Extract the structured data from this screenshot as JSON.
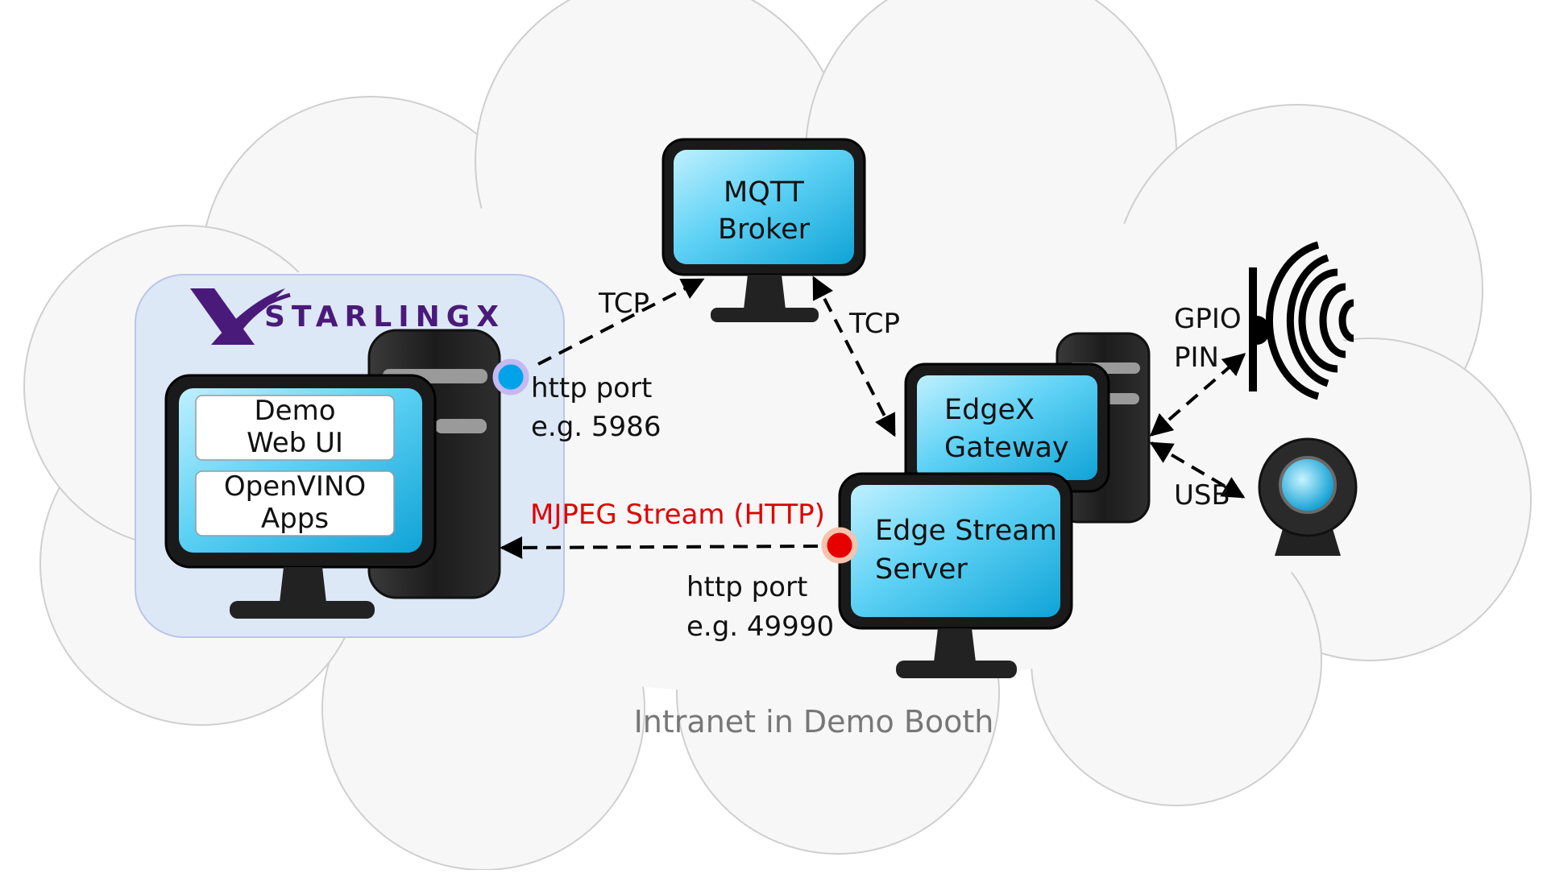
{
  "logo": {
    "wordmark": "STARLINGX"
  },
  "nodes": {
    "starlingx_host": {
      "app1": [
        "Demo",
        "Web UI"
      ],
      "app2": [
        "OpenVINO",
        "Apps"
      ]
    },
    "mqtt_broker": {
      "lines": [
        "MQTT",
        "Broker"
      ]
    },
    "edgex_gateway": {
      "lines": [
        "EdgeX",
        "Gateway"
      ]
    },
    "edge_stream_server": {
      "lines": [
        "Edge Stream",
        "Server"
      ]
    }
  },
  "connections": {
    "tcp_host_broker": "TCP",
    "tcp_broker_edgex": "TCP",
    "mjpeg_stream": "MJPEG Stream (HTTP)",
    "gpio_pin": [
      "GPIO",
      "PIN"
    ],
    "usb": "USB"
  },
  "ports": {
    "host_port": [
      "http port",
      "e.g. 5986"
    ],
    "stream_port": [
      "http port",
      "e.g. 49990"
    ]
  },
  "caption": "Intranet in Demo Booth",
  "colors": {
    "screen": "#29b6e5",
    "port_host": "#00a2e8",
    "port_stream": "#e60000",
    "mjpeg_label": "#e00000",
    "starlingx_box": "#dde8f6",
    "logo_purple": "#4a1a7a",
    "cloud_fill": "#f7f7f7",
    "caption_color": "#777777"
  }
}
